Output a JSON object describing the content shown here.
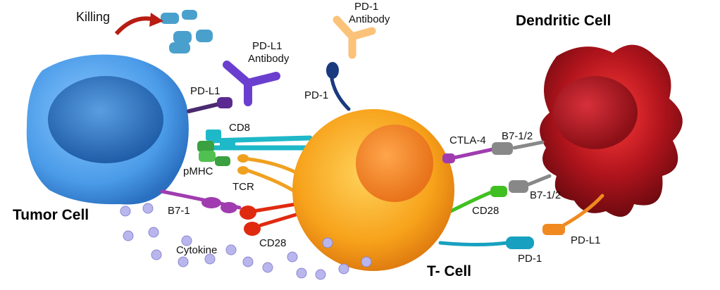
{
  "title_labels": {
    "tumor_cell": "Tumor Cell",
    "dendritic_cell": "Dendritic Cell",
    "t_cell": "T- Cell"
  },
  "labels": {
    "killing": "Killing",
    "pdl1_antibody_1": "PD-L1",
    "pdl1_antibody_2": "Antibody",
    "pd1_antibody_1": "PD-1",
    "pd1_antibody_2": "Antibody",
    "pdl1_tumor": "PD-L1",
    "pd1_top": "PD-1",
    "cd8": "CD8",
    "pmhc": "pMHC",
    "tcr": "TCR",
    "b71": "B7-1",
    "cytokine": "Cytokine",
    "cd28_left": "CD28",
    "ctla4": "CTLA-4",
    "b712_top": "B7-1/2",
    "b712_bottom": "B7-1/2",
    "cd28_right": "CD28",
    "pd1_bottom": "PD-1",
    "pdl1_dendritic": "PD-L1"
  },
  "colors": {
    "tumor": "#4a9be8",
    "tcell": "#f7a21b",
    "dendritic": "#b0141c",
    "antibody_pdl1": "#6a3fd0",
    "cytokine": "#b9b6ee"
  }
}
